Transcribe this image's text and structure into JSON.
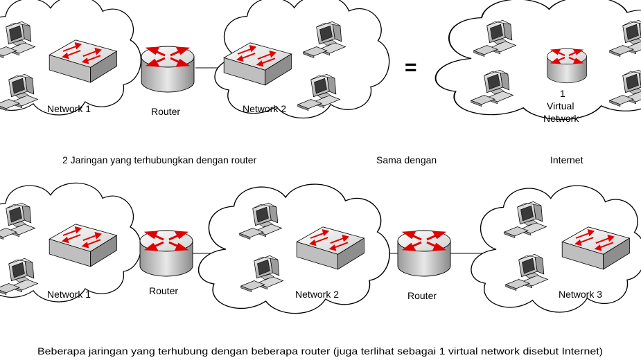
{
  "top_row": {
    "network_1_label": "Network 1",
    "router_label": "Router",
    "network_2_label": "Network 2",
    "equals_sign": "=",
    "virtual_network_line1": "1",
    "virtual_network_line2": "Virtual",
    "virtual_network_line3": "Network"
  },
  "top_captions": {
    "left": "2 Jaringan yang terhubungkan dengan router",
    "middle": "Sama dengan",
    "right": "Internet"
  },
  "bottom_row": {
    "network_1_label": "Network 1",
    "router_1_label": "Router",
    "network_2_label": "Network 2",
    "router_2_label": "Router",
    "network_3_label": "Network 3"
  },
  "bottom_caption": "Beberapa jaringan yang terhubung dengan beberapa router (juga terlihat sebagai 1 virtual network disebut Internet)",
  "colors": {
    "arrow_red": "#e00000",
    "outline": "#000000",
    "device_gray": "#d0d0d0"
  }
}
